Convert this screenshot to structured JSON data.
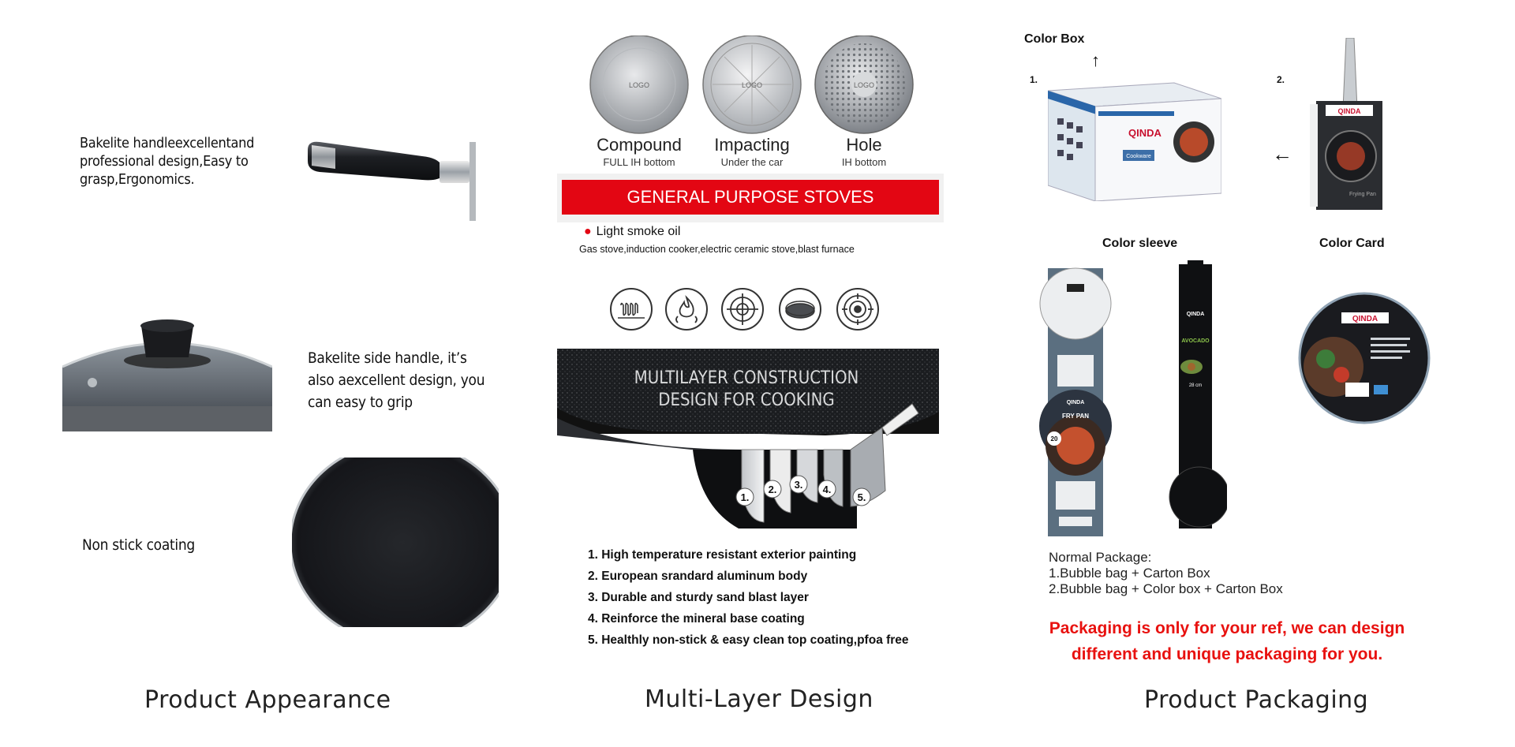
{
  "colors": {
    "red_banner": "#e30613",
    "red_text": "#e8110f",
    "dark_pan": "#1c1e22"
  },
  "panel1": {
    "title": "Product Appearance",
    "handle_text": "Bakelite handleexcellentand professional design,Easy to grasp,Ergonomics.",
    "side_handle_text": "Bakelite side handle, it’s also aexcellent design, you can easy to grip",
    "coating_text": "Non stick coating"
  },
  "panel2": {
    "title": "Multi-Layer Design",
    "bottoms": [
      {
        "name": "Compound",
        "sub": "FULL IH bottom"
      },
      {
        "name": "Impacting",
        "sub": "Under the car"
      },
      {
        "name": "Hole",
        "sub": "IH bottom"
      }
    ],
    "logo_text": "LOGO",
    "banner": "GENERAL PURPOSE STOVES",
    "oil_bullet": "Light smoke oil",
    "stove_types": "Gas stove,induction cooker,electric ceramic stove,blast furnace",
    "stove_icons": [
      "coil-stove-icon",
      "gas-flame-icon",
      "gas-burner-icon",
      "ceramic-plate-icon",
      "induction-icon"
    ],
    "construction_line1": "MULTILAYER CONSTRUCTION",
    "construction_line2": "DESIGN FOR COOKING",
    "layer_numbers": [
      "1.",
      "2.",
      "3.",
      "4.",
      "5."
    ],
    "features": [
      "1. High temperature resistant exterior painting",
      "2. European srandard aluminum body",
      "3. Durable and sturdy sand blast layer",
      "4. Reinforce the mineral base coating",
      "5. Healthly non-stick & easy clean top coating,pfoa free"
    ]
  },
  "panel3": {
    "title": "Product Packaging",
    "color_box": "Color Box",
    "num1": "1.",
    "num2": "2.",
    "color_sleeve": "Color sleeve",
    "color_card": "Color Card",
    "brand": "QINDA",
    "box_label": "Cookware",
    "sleeve1_label": "FRY PAN",
    "sleeve1_size": "20",
    "sleeve2_label": "AVOCADO",
    "sleeve2_size": "28 cm",
    "box2_caption": "Frying Pan",
    "normal_title": "Normal Package:",
    "normal_1": "1.Bubble bag + Carton Box",
    "normal_2": "2.Bubble bag + Color box + Carton Box",
    "note_line1": "Packaging is only for your ref, we can design",
    "note_line2": "different and unique packaging for you."
  }
}
